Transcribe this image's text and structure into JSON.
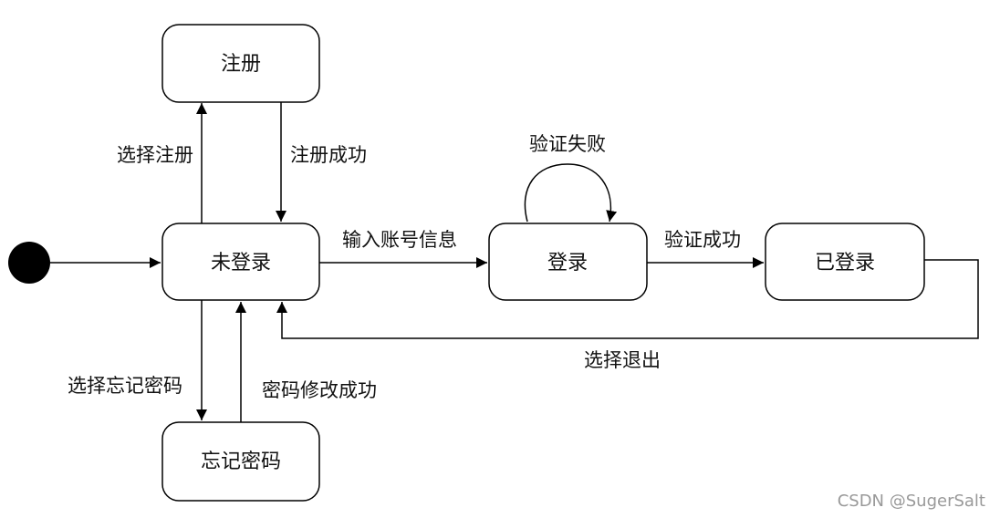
{
  "states": {
    "register": "注册",
    "not_logged_in": "未登录",
    "login": "登录",
    "logged_in": "已登录",
    "forgot_password": "忘记密码"
  },
  "transitions": {
    "choose_register": "选择注册",
    "register_success": "注册成功",
    "input_account": "输入账号信息",
    "verify_fail": "验证失败",
    "verify_success": "验证成功",
    "choose_logout": "选择退出",
    "choose_forgot_password": "选择忘记密码",
    "password_change_success": "密码修改成功"
  },
  "watermark": "CSDN @SugerSalt"
}
